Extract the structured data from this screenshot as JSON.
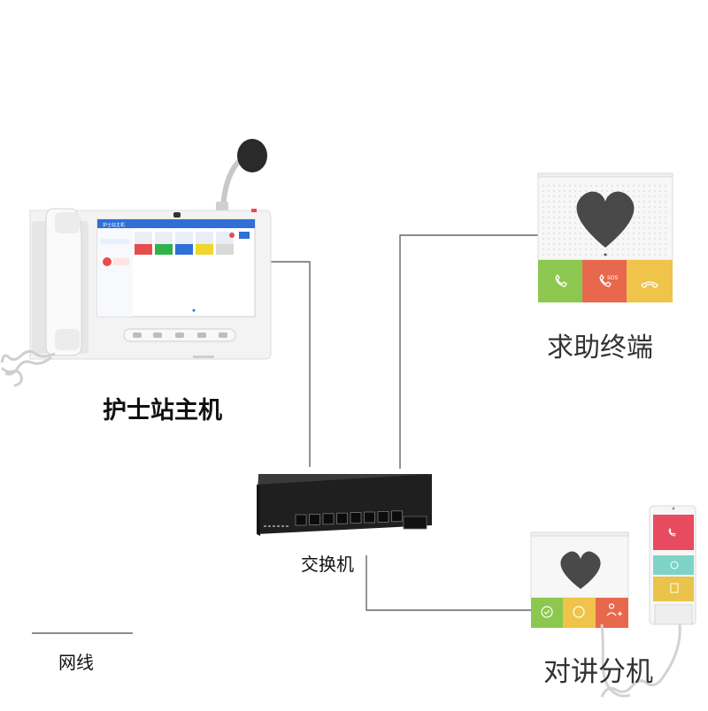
{
  "labels": {
    "nurse_station": "护士站主机",
    "help_terminal": "求助终端",
    "switch": "交换机",
    "legend_cable": "网线",
    "intercom_extension": "对讲分机"
  },
  "nurse_screen": {
    "header_text": "护士站主机"
  },
  "help_terminal": {
    "buttons": [
      {
        "name": "call",
        "color": "#8cc850"
      },
      {
        "name": "sos",
        "color": "#e8684e",
        "text": "SOS"
      },
      {
        "name": "hangup",
        "color": "#f0c44a"
      }
    ]
  },
  "colors": {
    "cable": "#666666",
    "device_body": "#f4f4f4",
    "switch_body": "#222222"
  }
}
